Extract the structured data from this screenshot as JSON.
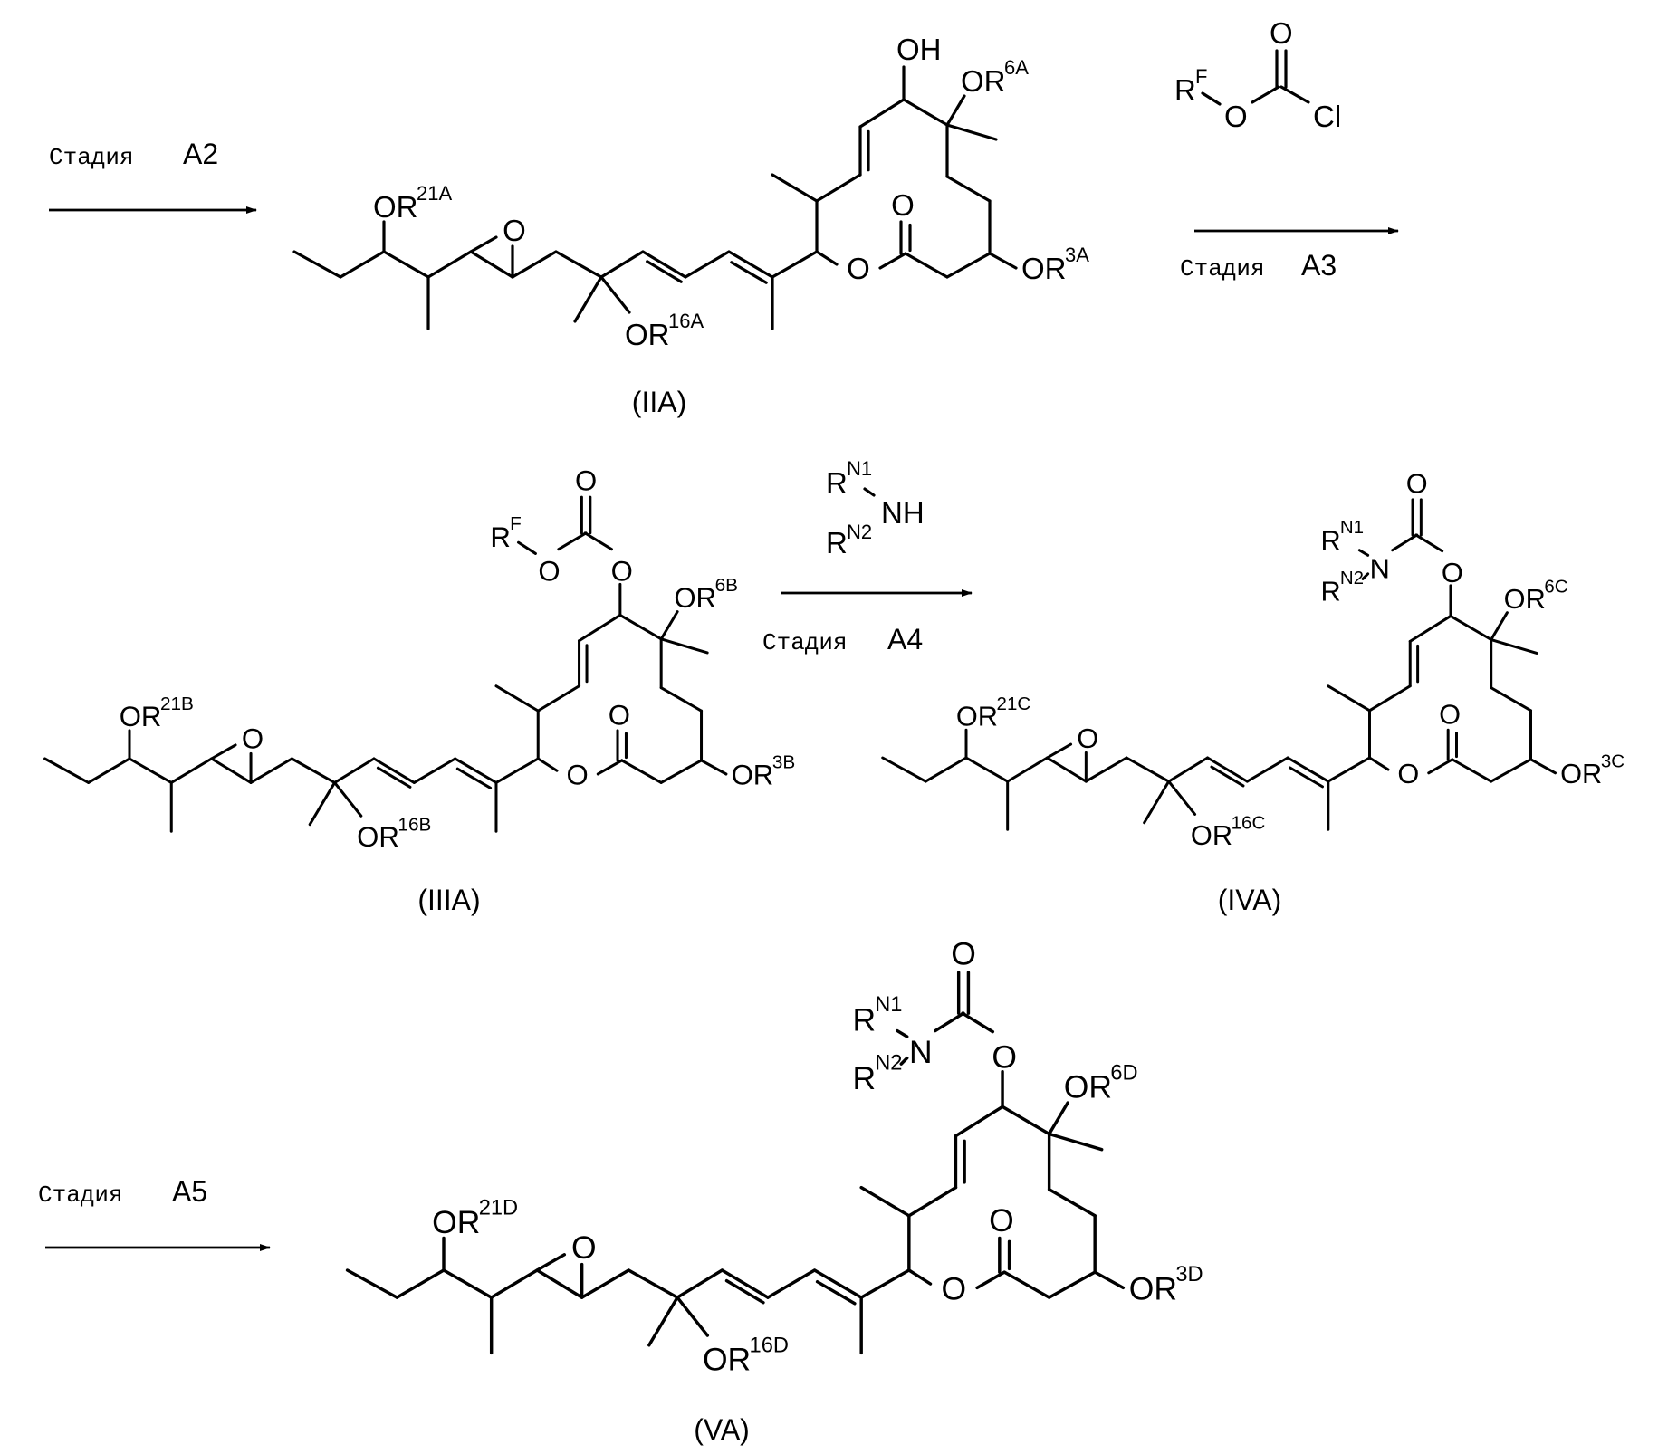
{
  "scheme": {
    "stages": [
      {
        "id": "A2",
        "word": "Стадия",
        "code": "A2",
        "reagent": null
      },
      {
        "id": "A3",
        "word": "Стадия",
        "code": "A3",
        "reagent": {
          "type": "chloroformate",
          "r_label": "R",
          "r_sup": "F",
          "o_label": "O",
          "carbonyl_o": "O",
          "cl_label": "Cl"
        }
      },
      {
        "id": "A4",
        "word": "Стадия",
        "code": "A4",
        "reagent": {
          "type": "amine",
          "r1_label": "R",
          "r1_sup": "N1",
          "nh_label": "NH",
          "r2_label": "R",
          "r2_sup": "N2"
        }
      },
      {
        "id": "A5",
        "word": "Стадия",
        "code": "A5",
        "reagent": null
      }
    ],
    "compounds": [
      {
        "id": "IIA",
        "label": "(IIA)",
        "suffix": "A",
        "c7_substituent": "OH",
        "groups": {
          "or21": "21A",
          "or16": "16A",
          "or6": "6A",
          "or3": "3A"
        }
      },
      {
        "id": "IIIA",
        "label": "(IIIA)",
        "suffix": "B",
        "c7_substituent": "carbonate",
        "groups": {
          "or21": "21B",
          "or16": "16B",
          "or6": "6B",
          "or3": "3B"
        },
        "carbonate": {
          "r_label": "R",
          "r_sup": "F",
          "o_label": "O"
        }
      },
      {
        "id": "IVA",
        "label": "(IVA)",
        "suffix": "C",
        "c7_substituent": "carbamate",
        "groups": {
          "or21": "21C",
          "or16": "16C",
          "or6": "6C",
          "or3": "3C"
        },
        "carbamate": {
          "n_label": "N",
          "r1_label": "R",
          "r1_sup": "N1",
          "r2_label": "R",
          "r2_sup": "N2"
        }
      },
      {
        "id": "VA",
        "label": "(VA)",
        "suffix": "D",
        "c7_substituent": "carbamate",
        "groups": {
          "or21": "21D",
          "or16": "16D",
          "or6": "6D",
          "or3": "3D"
        },
        "carbamate": {
          "n_label": "N",
          "r1_label": "R",
          "r1_sup": "N1",
          "r2_label": "R",
          "r2_sup": "N2"
        }
      }
    ],
    "atoms": {
      "oxygen": "O",
      "or_prefix": "OR",
      "hydroxyl": "OH"
    }
  }
}
